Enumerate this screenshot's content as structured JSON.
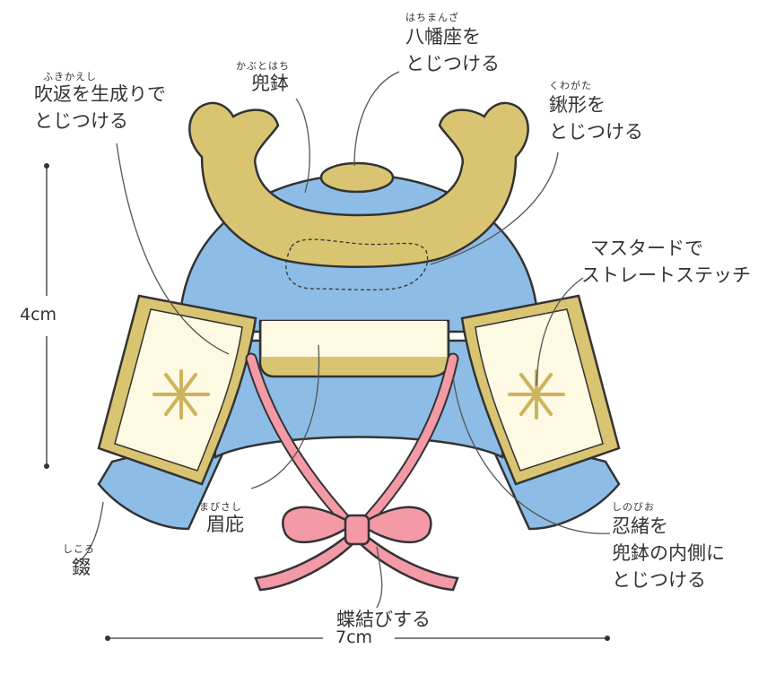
{
  "labels": {
    "hachimanza": {
      "ruby": "はちまんざ",
      "lines": [
        "八幡座を",
        "とじつける"
      ]
    },
    "kabutohachi": {
      "ruby": "かぶとはち",
      "text": "兜鉢"
    },
    "fukikaeshi": {
      "ruby": "ふきかえし",
      "lines": [
        "吹返を生成りで",
        "とじつける"
      ]
    },
    "kuwagata": {
      "ruby": "くわがた",
      "lines": [
        "鍬形を",
        "とじつける"
      ]
    },
    "stitch": {
      "lines": [
        "マスタードで",
        "ストレートステッチ"
      ]
    },
    "mabisashi": {
      "ruby": "まびさし",
      "text": "眉庇"
    },
    "shikoro": {
      "ruby": "しころ",
      "text": "錣"
    },
    "shinobio": {
      "ruby": "しのびお",
      "lines": [
        "忍緒を",
        "兜鉢の内側に",
        "とじつける"
      ]
    },
    "chouchou": {
      "text": "蝶結びする"
    }
  },
  "dimensions": {
    "height": "4cm",
    "width": "7cm"
  },
  "colors": {
    "blue": "#8dbde6",
    "gold": "#d9c472",
    "cream": "#fdf9e2",
    "pink": "#f39aa6",
    "outline": "#333333"
  }
}
